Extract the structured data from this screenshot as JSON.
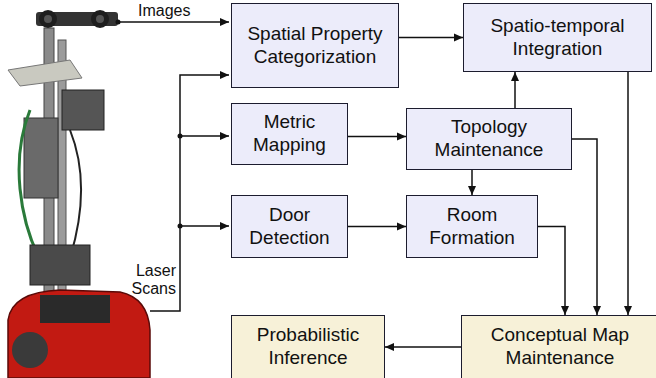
{
  "diagram": {
    "nodes": [
      {
        "text": [
          "Spatial Property Categorization"
        ]
      },
      {
        "text": [
          "Spatio-temporal Integration"
        ]
      },
      {
        "text": [
          "Metric Mapping"
        ]
      },
      {
        "text": [
          "Topology Maintenance"
        ]
      },
      {
        "text": [
          "Door Detection"
        ]
      },
      {
        "text": [
          "Room Formation"
        ]
      },
      {
        "text": [
          "Probabilistic Inference"
        ]
      },
      {
        "text": [
          "Conceptual Map Maintenance"
        ]
      }
    ],
    "edges": [
      {
        "from": 0,
        "to": 1,
        "arrow": "to"
      },
      {
        "from": 3,
        "to": 1,
        "arrow": "to"
      },
      {
        "from": 2,
        "to": 3,
        "arrow": "to"
      },
      {
        "from": 3,
        "to": 5,
        "arrow": "to"
      },
      {
        "from": 4,
        "to": 5,
        "arrow": "to"
      },
      {
        "from": 5,
        "to": 7,
        "arrow": "to"
      },
      {
        "from": 3,
        "to": 7,
        "arrow": "to"
      },
      {
        "from": 1,
        "to": 7,
        "arrow": "to"
      },
      {
        "from": 7,
        "to": 6,
        "arrow": "to"
      }
    ],
    "labels": [
      "Images",
      "Laser Scans"
    ]
  }
}
